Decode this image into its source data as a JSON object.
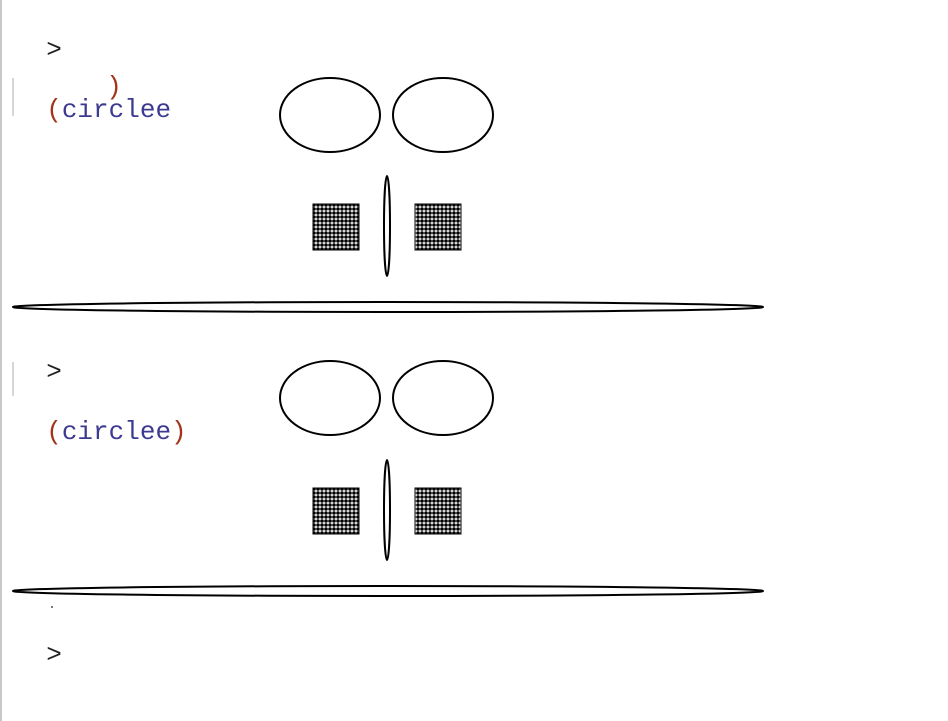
{
  "repl": {
    "top_fragment": "·  ·  ·  ··  ··  ·  ··  ·   ·   ·  ·   ·  · ",
    "top_fragment_green": "·  ·  ·  ·  ·  ·  ·",
    "entries": [
      {
        "prompt": ">",
        "open_paren": "(",
        "expression": "circlee",
        "close_paren": ")",
        "output": "face-picture"
      },
      {
        "prompt": ">",
        "open_paren": "(",
        "expression": "circlee",
        "close_paren": ")",
        "output": "face-picture"
      }
    ],
    "final_prompt": ">"
  },
  "colors": {
    "prompt": "#222222",
    "paren": "#a0351a",
    "identifier": "#3d3a8f",
    "picture_stroke": "#000000"
  },
  "picture": {
    "elements": [
      "left-eye",
      "right-eye",
      "left-cheek",
      "nose",
      "right-cheek",
      "mouth"
    ],
    "fill_pattern": "dotted-black"
  }
}
